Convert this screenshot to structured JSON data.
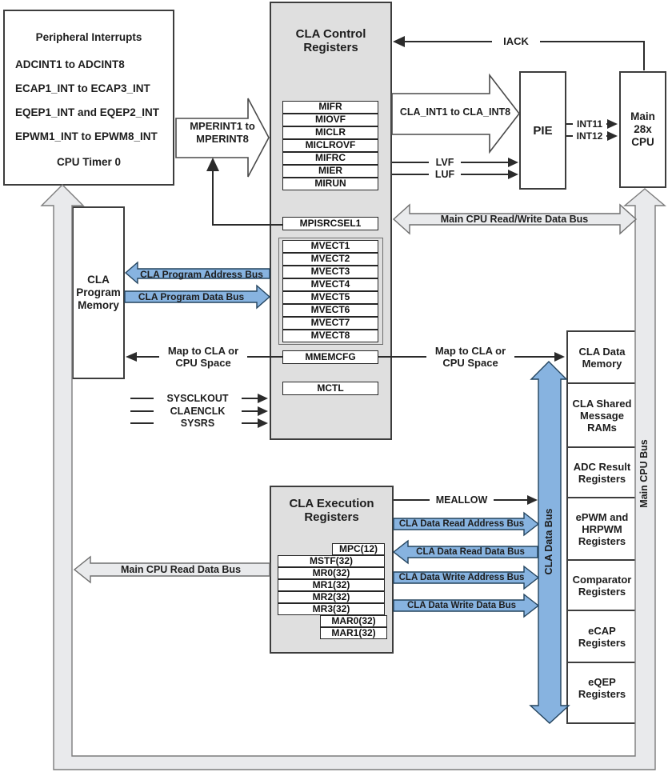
{
  "colors": {
    "accent_blue": "#87b3e0",
    "panel_gray": "#dfdfdf",
    "bus_gray": "#e9eaec",
    "line_dark": "#2b2b2b"
  },
  "peripheral": {
    "title": "Peripheral Interrupts",
    "items": [
      "ADCINT1 to ADCINT8",
      "ECAP1_INT to ECAP3_INT",
      "EQEP1_INT and EQEP2_INT",
      "EPWM1_INT to EPWM8_INT",
      "CPU Timer 0"
    ]
  },
  "cla_control": {
    "title": "CLA Control Registers",
    "interrupt_regs": [
      "MIFR",
      "MIOVF",
      "MICLR",
      "MICLROVF",
      "MIFRC",
      "MIER",
      "MIRUN"
    ],
    "source_select": "MPISRCSEL1",
    "vectors": [
      "MVECT1",
      "MVECT2",
      "MVECT3",
      "MVECT4",
      "MVECT5",
      "MVECT6",
      "MVECT7",
      "MVECT8"
    ],
    "memcfg": "MMEMCFG",
    "mctl": "MCTL"
  },
  "cla_execution": {
    "title": "CLA Execution Registers",
    "regs": [
      "MPC(12)",
      "MSTF(32)",
      "MR0(32)",
      "MR1(32)",
      "MR2(32)",
      "MR3(32)",
      "MAR0(32)",
      "MAR1(32)"
    ]
  },
  "blocks": {
    "pie": "PIE",
    "main_cpu": "Main 28x CPU",
    "cla_program_memory": "CLA Program Memory",
    "memory_map": [
      "CLA Data Memory",
      "CLA Shared Message RAMs",
      "ADC Result Registers",
      "ePWM and HRPWM Registers",
      "Comparator Registers",
      "eCAP Registers",
      "eQEP Registers"
    ]
  },
  "signals": {
    "mperint": "MPERINT1 to MPERINT8",
    "iack": "IACK",
    "cla_int": "CLA_INT1 to CLA_INT8",
    "lvf": "LVF",
    "luf": "LUF",
    "int11": "INT11",
    "int12": "INT12",
    "rw_data_bus": "Main CPU Read/Write Data Bus",
    "prog_addr_bus": "CLA Program Address Bus",
    "prog_data_bus": "CLA Program Data Bus",
    "map_space_left": "Map to CLA or CPU Space",
    "map_space_right": "Map to CLA or CPU Space",
    "sysclkout": "SYSCLKOUT",
    "claenclk": "CLAENCLK",
    "sysrs": "SYSRS",
    "meallow": "MEALLOW",
    "read_addr_bus": "CLA Data Read Address Bus",
    "read_data_bus": "CLA Data Read Data Bus",
    "write_addr_bus": "CLA Data Write Address Bus",
    "write_data_bus": "CLA Data Write Data Bus",
    "main_read_bus": "Main CPU Read Data Bus",
    "cla_data_bus": "CLA Data Bus",
    "main_cpu_bus": "Main CPU Bus"
  }
}
